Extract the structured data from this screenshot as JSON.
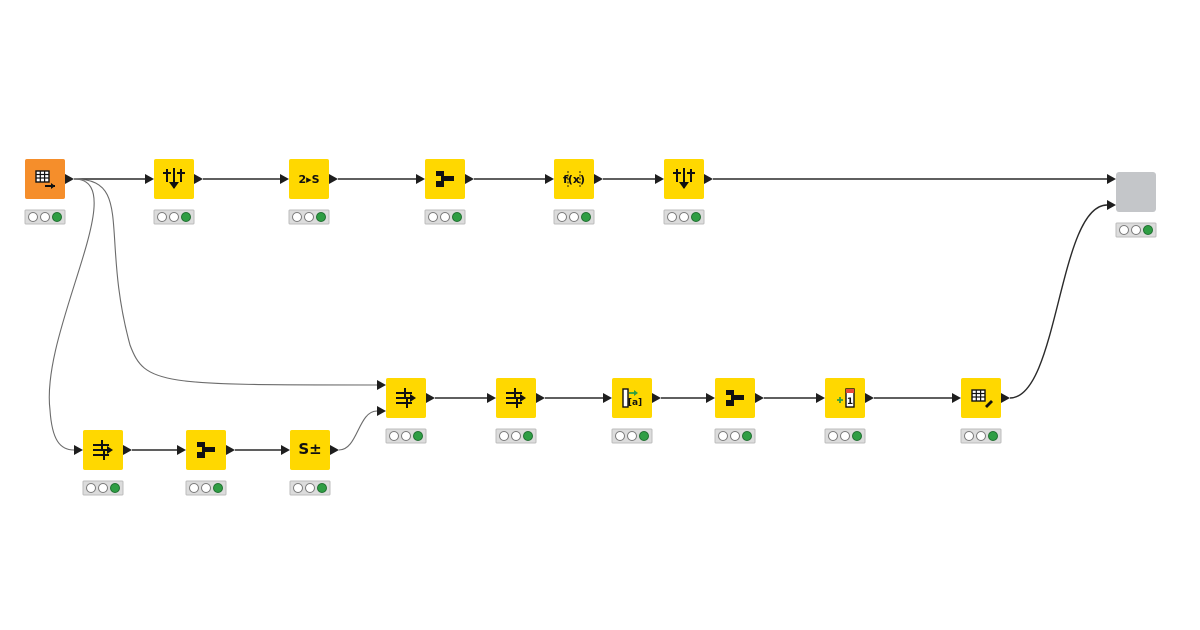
{
  "canvas": {
    "background": "#ffffff"
  },
  "colors": {
    "source_node": "#f58e2b",
    "manipulator_node": "#ffd800",
    "component_node": "#c4c6c9",
    "status_ok": "#2f9e44",
    "edge": "#2a2a2a"
  },
  "nodes": [
    {
      "id": "source",
      "icon": "table-reader-icon",
      "kind": "source",
      "status": "executed"
    },
    {
      "id": "n1",
      "icon": "column-filter-icon",
      "kind": "manipulator",
      "status": "executed"
    },
    {
      "id": "n2",
      "icon": "number-to-string-icon",
      "kind": "manipulator",
      "status": "executed",
      "icon_text": "2▸S"
    },
    {
      "id": "n3",
      "icon": "joiner-icon",
      "kind": "manipulator",
      "status": "executed"
    },
    {
      "id": "n4",
      "icon": "math-formula-icon",
      "kind": "manipulator",
      "status": "executed",
      "icon_text": "f(x)"
    },
    {
      "id": "n5",
      "icon": "column-filter-icon",
      "kind": "manipulator",
      "status": "executed"
    },
    {
      "id": "component",
      "icon": "component-icon",
      "kind": "component",
      "status": "executed"
    },
    {
      "id": "b1",
      "icon": "column-rename-icon",
      "kind": "manipulator",
      "status": "executed"
    },
    {
      "id": "b2",
      "icon": "column-resorter-icon",
      "kind": "manipulator",
      "status": "executed"
    },
    {
      "id": "b3",
      "icon": "column-to-collection-icon",
      "kind": "manipulator",
      "status": "executed"
    },
    {
      "id": "b4",
      "icon": "joiner-icon",
      "kind": "manipulator",
      "status": "executed"
    },
    {
      "id": "b5",
      "icon": "constant-value-column-icon",
      "kind": "manipulator",
      "status": "executed"
    },
    {
      "id": "b6",
      "icon": "table-writer-icon",
      "kind": "manipulator",
      "status": "executed"
    },
    {
      "id": "c1",
      "icon": "column-resorter-icon",
      "kind": "manipulator",
      "status": "executed"
    },
    {
      "id": "c2",
      "icon": "joiner-icon",
      "kind": "manipulator",
      "status": "executed"
    },
    {
      "id": "c3",
      "icon": "string-manipulation-icon",
      "kind": "manipulator",
      "status": "executed",
      "icon_text": "S±"
    }
  ],
  "edges": [
    {
      "from": "source",
      "to": "n1",
      "style": "dark"
    },
    {
      "from": "n1",
      "to": "n2",
      "style": "dark"
    },
    {
      "from": "n2",
      "to": "n3",
      "style": "dark"
    },
    {
      "from": "n3",
      "to": "n4",
      "style": "dark"
    },
    {
      "from": "n4",
      "to": "n5",
      "style": "dark"
    },
    {
      "from": "n5",
      "to": "component",
      "style": "dark",
      "port": 0
    },
    {
      "from": "source",
      "to": "b1",
      "style": "gray",
      "port": 0
    },
    {
      "from": "source",
      "to": "c1",
      "style": "gray"
    },
    {
      "from": "c1",
      "to": "c2",
      "style": "dark"
    },
    {
      "from": "c2",
      "to": "c3",
      "style": "dark"
    },
    {
      "from": "c3",
      "to": "b1",
      "style": "gray",
      "port": 1
    },
    {
      "from": "b1",
      "to": "b2",
      "style": "dark"
    },
    {
      "from": "b2",
      "to": "b3",
      "style": "dark"
    },
    {
      "from": "b3",
      "to": "b4",
      "style": "dark"
    },
    {
      "from": "b4",
      "to": "b5",
      "style": "dark"
    },
    {
      "from": "b5",
      "to": "b6",
      "style": "dark"
    },
    {
      "from": "b6",
      "to": "component",
      "style": "dark",
      "port": 1
    }
  ]
}
